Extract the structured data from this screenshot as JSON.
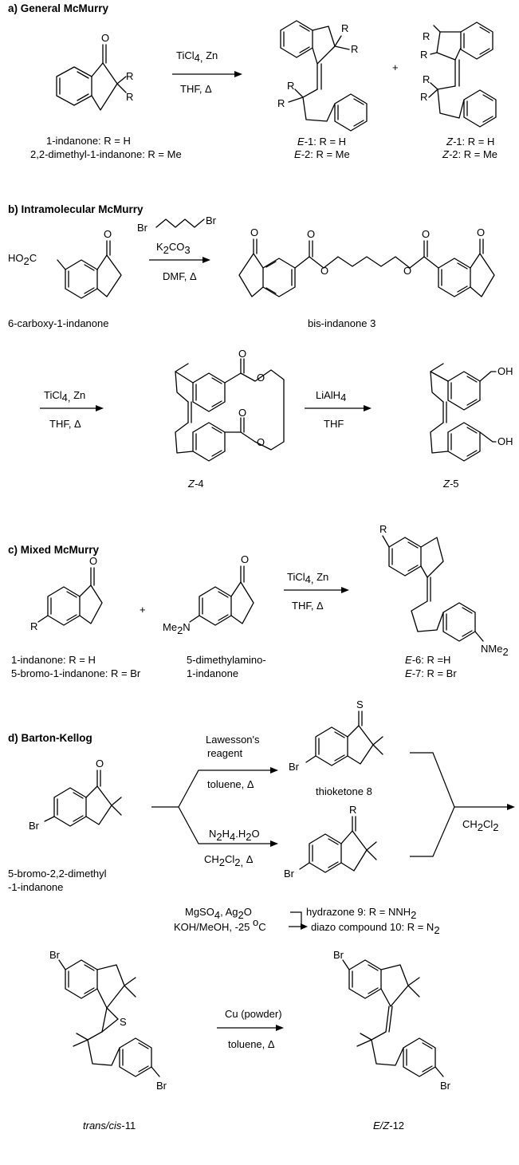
{
  "sections": {
    "a": {
      "title": "a) General McMurry",
      "reagent_top": "TiCl",
      "reagent_top_sub": "4,",
      "reagent_top_tail": " Zn",
      "reagent_bottom": "THF, Δ",
      "sub_label": "R",
      "oxo_label": "O",
      "plus": "+",
      "sm_label_1": "1-indanone:  R = H",
      "sm_label_2": "2,2-dimethyl-1-indanone:  R = Me",
      "e1_prefix": "E-",
      "e1_num": "1",
      "e1_suffix": ": R = H",
      "e2_prefix": "E-",
      "e2_num": "2",
      "e2_suffix": ": R = Me",
      "z1_prefix": "Z-",
      "z1_num": "1",
      "z1_suffix": ": R = H",
      "z2_prefix": "Z-",
      "z2_num": "2",
      "z2_suffix": ": R = Me"
    },
    "b": {
      "title": "b) Intramolecular McMurry",
      "ho2c": "HO",
      "ho2c_sub": "2",
      "ho2c_tail": "C",
      "oxo_label": "O",
      "br_label": "Br",
      "reagent_top": "K",
      "reagent_top_sub": "2",
      "reagent_top_tail": "CO",
      "reagent_top_sub2": "3",
      "reagent_bottom": "DMF, Δ",
      "sm_label": "6-carboxy-1-indanone",
      "product_label": "bis-indanone ",
      "product_num": "3",
      "step2_top": "TiCl",
      "step2_top_sub": "4,",
      "step2_top_tail": " Zn",
      "step2_bottom": "THF, Δ",
      "step3_top": "LiAlH",
      "step3_top_sub": "4",
      "step3_bottom": "THF",
      "oh_label": "OH",
      "z4_prefix": "Z-",
      "z4_num": "4",
      "z5_prefix": "Z-",
      "z5_num": "5"
    },
    "c": {
      "title": "c) Mixed McMurry",
      "r_label": "R",
      "oxo_label": "O",
      "plus": "+",
      "me2n": "Me",
      "me2n_sub": "2",
      "me2n_tail": "N",
      "nme2": "NMe",
      "nme2_sub": "2",
      "reagent_top": "TiCl",
      "reagent_top_sub": "4,",
      "reagent_top_tail": " Zn",
      "reagent_bottom": "THF, Δ",
      "label_1": "1-indanone:  R = H",
      "label_2": "5-bromo-1-indanone:  R = Br",
      "label_3": "5-dimethylamino-",
      "label_4": "1-indanone",
      "e6_prefix": "E-",
      "e6_num": "6",
      "e6_suffix": ": R =H",
      "e7_prefix": "E-",
      "e7_num": "7",
      "e7_suffix": ": R = Br"
    },
    "d": {
      "title": "d) Barton-Kellog",
      "br_label": "Br",
      "oxo_label": "O",
      "s_label": "S",
      "r_label": "R",
      "upper_reagent_1": "Lawesson's",
      "upper_reagent_2": "reagent",
      "upper_cond": "toluene, Δ",
      "thioketone_label": "thioketone ",
      "thioketone_num": "8",
      "lower_reagent": "N",
      "lower_reagent_sub": "2",
      "lower_reagent_tail": "H",
      "lower_reagent_sub2": "4",
      "lower_reagent_tail2": ".H",
      "lower_reagent_sub3": "2",
      "lower_reagent_tail3": "O",
      "lower_cond": "CH",
      "lower_cond_sub": "2",
      "lower_cond_tail": "Cl",
      "lower_cond_sub2": "2,",
      "lower_cond_tail2": " Δ",
      "merge_cond": "CH",
      "merge_cond_sub": "2",
      "merge_cond_tail": "Cl",
      "merge_cond_sub2": "2",
      "sm_label_1": "5-bromo-2,2-dimethyl",
      "sm_label_2": "-1-indanone",
      "ox_reagent_1": "MgSO",
      "ox_reagent_1_sub": "4",
      "ox_reagent_1_tail": ", Ag",
      "ox_reagent_1_sub2": "2",
      "ox_reagent_1_tail2": "O",
      "ox_reagent_2": "KOH/MeOH, -25 ",
      "ox_reagent_2_sup": "o",
      "ox_reagent_2_tail": "C",
      "hydrazone_label": "hydrazone ",
      "hydrazone_num": "9",
      "hydrazone_suffix": ": R = NNH",
      "hydrazone_sub": "2",
      "diazo_label": "diazo compound ",
      "diazo_num": "10",
      "diazo_suffix": ": R = N",
      "diazo_sub": "2",
      "final_reagent": "Cu (powder)",
      "final_cond": "toluene, Δ",
      "trans_cis_label": "trans/cis",
      "trans_cis_num": "-11",
      "ez_label": "E/Z",
      "ez_num": "-12"
    }
  }
}
